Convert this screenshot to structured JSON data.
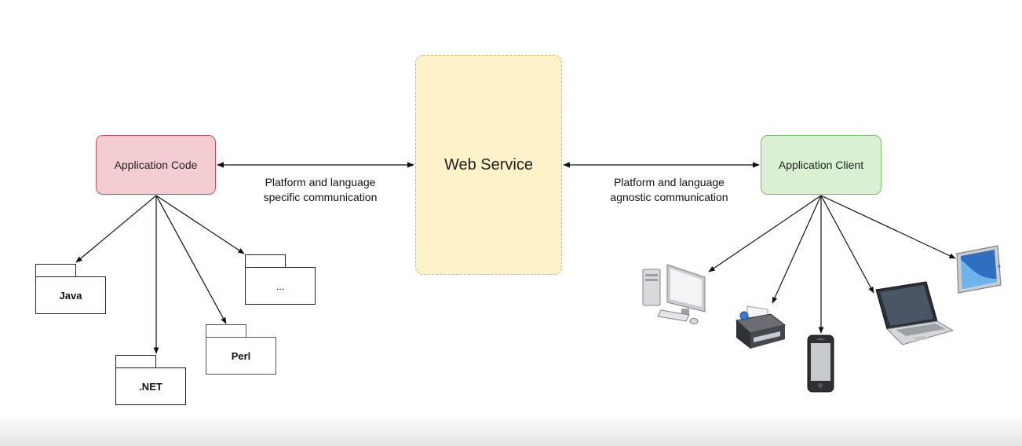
{
  "nodes": {
    "app_code": "Application Code",
    "web_service": "Web Service",
    "app_client": "Application Client"
  },
  "edge_labels": {
    "left": "Platform and language specific communication",
    "right": "Platform and language agnostic communication"
  },
  "languages": {
    "java": "Java",
    "net": ".NET",
    "perl": "Perl",
    "more": "..."
  },
  "devices": [
    "desktop-computer-icon",
    "printer-icon",
    "mobile-phone-icon",
    "laptop-icon",
    "tablet-icon"
  ],
  "colors": {
    "app_code_fill": "#f4cdd2",
    "app_code_border": "#b8545f",
    "web_service_fill": "#fdf2c8",
    "web_service_border": "#d8b868",
    "app_client_fill": "#d9f0d2",
    "app_client_border": "#7cba6e"
  }
}
